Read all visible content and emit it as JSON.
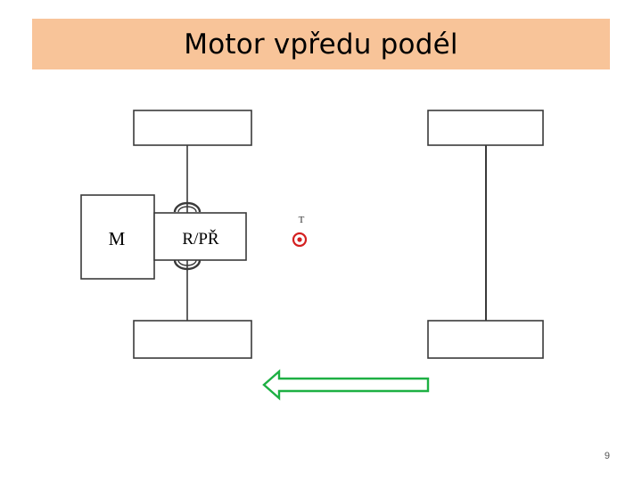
{
  "title": "Motor vpředu podél",
  "diagram": {
    "engine_label": "M",
    "gearbox_label": "R/PŘ",
    "center_of_gravity_label": "T",
    "colors": {
      "title_background": "#f8c499",
      "center_of_gravity": "#d42020",
      "direction_arrow": "#1db043",
      "outline": "#3a3a3a"
    }
  },
  "page_number": "9"
}
